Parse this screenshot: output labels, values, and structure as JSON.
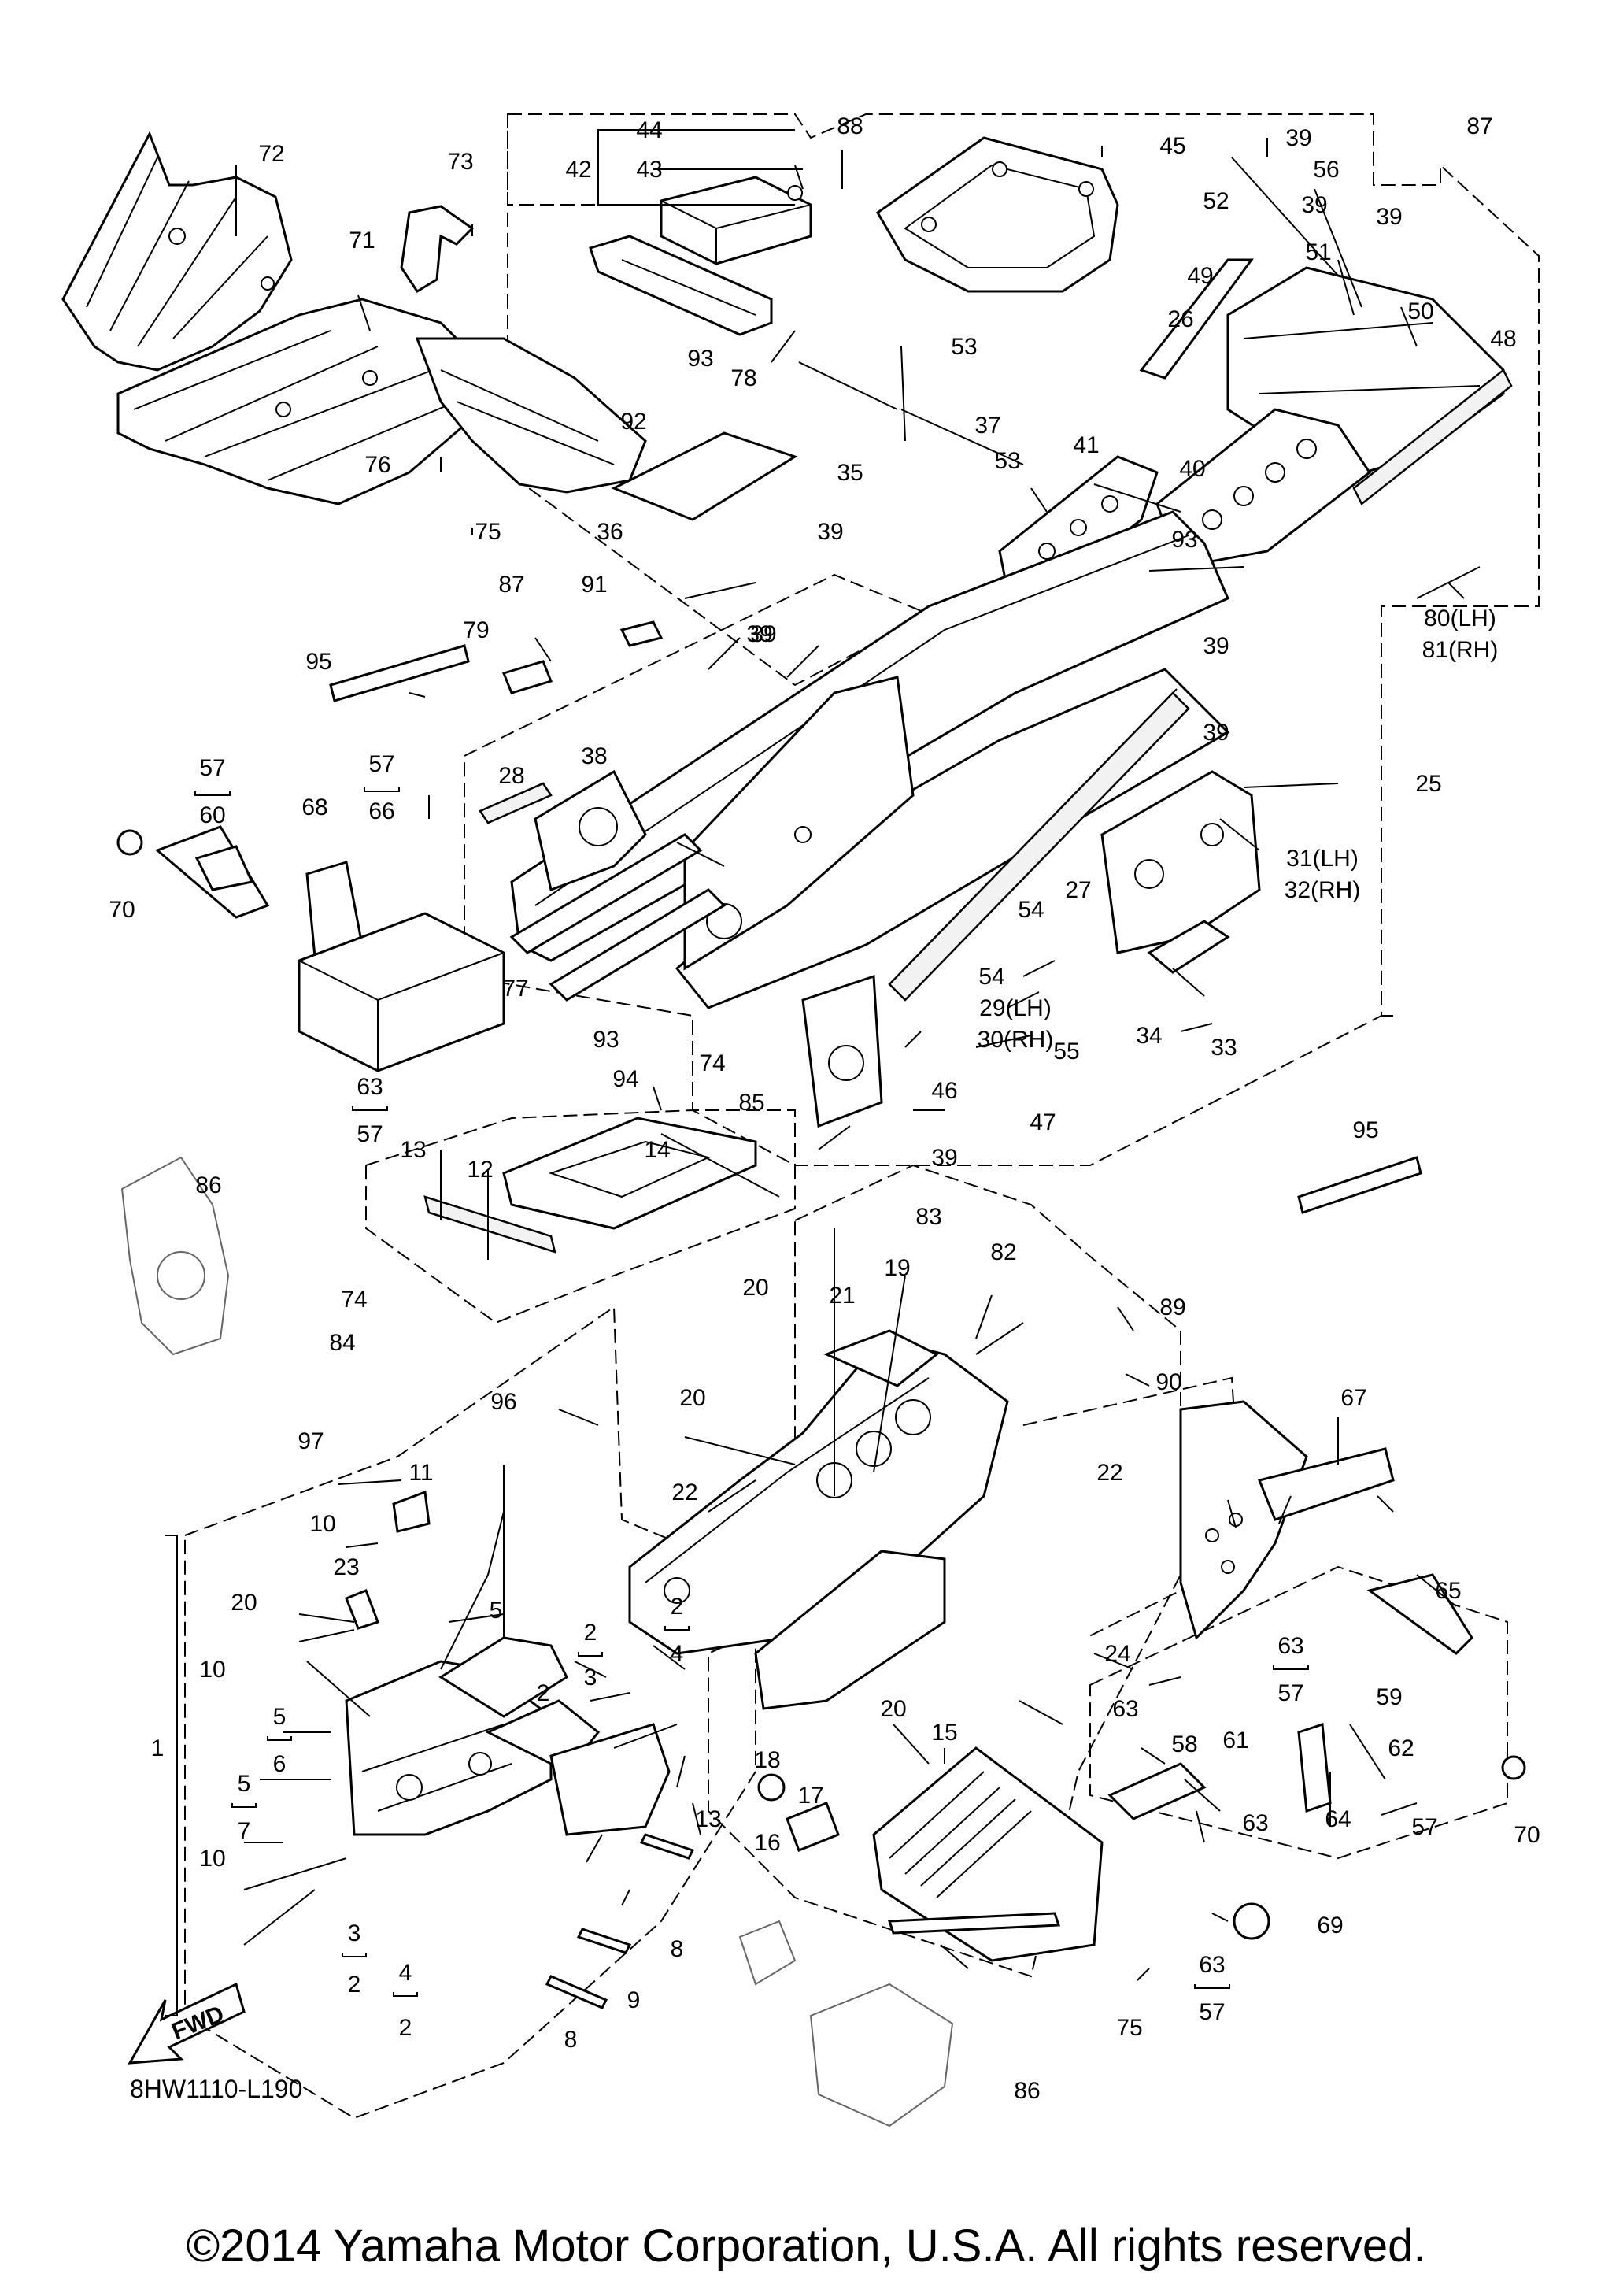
{
  "diagram": {
    "code": "8HW1110-L190",
    "copyright": "©2014 Yamaha Motor Corporation, U.S.A. All rights reserved.",
    "fwd_label": "FWD",
    "labels": [
      {
        "t": "72"
      },
      {
        "t": "73"
      },
      {
        "t": "71"
      },
      {
        "t": "76"
      },
      {
        "t": "75"
      },
      {
        "t": "44"
      },
      {
        "t": "43"
      },
      {
        "t": "42"
      },
      {
        "t": "88"
      },
      {
        "t": "45"
      },
      {
        "t": "39"
      },
      {
        "t": "87"
      },
      {
        "t": "56"
      },
      {
        "t": "39"
      },
      {
        "t": "39"
      },
      {
        "t": "52"
      },
      {
        "t": "51"
      },
      {
        "t": "26"
      },
      {
        "t": "49"
      },
      {
        "t": "50"
      },
      {
        "t": "48"
      },
      {
        "t": "93"
      },
      {
        "t": "78"
      },
      {
        "t": "53"
      },
      {
        "t": "92"
      },
      {
        "t": "37"
      },
      {
        "t": "53"
      },
      {
        "t": "41"
      },
      {
        "t": "35"
      },
      {
        "t": "40"
      },
      {
        "t": "39"
      },
      {
        "t": "93"
      },
      {
        "t": "36"
      },
      {
        "t": "87"
      },
      {
        "t": "91"
      },
      {
        "t": "39"
      },
      {
        "t": "39"
      },
      {
        "t": "39"
      },
      {
        "t": "80(LH)"
      },
      {
        "t": "81(RH)"
      },
      {
        "t": "79"
      },
      {
        "t": "95"
      },
      {
        "t": "39"
      },
      {
        "t": "57"
      },
      {
        "t": "60"
      },
      {
        "t": "57"
      },
      {
        "t": "66"
      },
      {
        "t": "28"
      },
      {
        "t": "38"
      },
      {
        "t": "25"
      },
      {
        "t": "68"
      },
      {
        "t": "31(LH)"
      },
      {
        "t": "32(RH)"
      },
      {
        "t": "70"
      },
      {
        "t": "27"
      },
      {
        "t": "54"
      },
      {
        "t": "54"
      },
      {
        "t": "29(LH)"
      },
      {
        "t": "30(RH)"
      },
      {
        "t": "77"
      },
      {
        "t": "93"
      },
      {
        "t": "74"
      },
      {
        "t": "85"
      },
      {
        "t": "34"
      },
      {
        "t": "33"
      },
      {
        "t": "55"
      },
      {
        "t": "94"
      },
      {
        "t": "46"
      },
      {
        "t": "47"
      },
      {
        "t": "63"
      },
      {
        "t": "57"
      },
      {
        "t": "39"
      },
      {
        "t": "95"
      },
      {
        "t": "13"
      },
      {
        "t": "14"
      },
      {
        "t": "12"
      },
      {
        "t": "86"
      },
      {
        "t": "83"
      },
      {
        "t": "19"
      },
      {
        "t": "82"
      },
      {
        "t": "20"
      },
      {
        "t": "21"
      },
      {
        "t": "89"
      },
      {
        "t": "74"
      },
      {
        "t": "84"
      },
      {
        "t": "90"
      },
      {
        "t": "96"
      },
      {
        "t": "20"
      },
      {
        "t": "97"
      },
      {
        "t": "67"
      },
      {
        "t": "11"
      },
      {
        "t": "10"
      },
      {
        "t": "22"
      },
      {
        "t": "22"
      },
      {
        "t": "23"
      },
      {
        "t": "20"
      },
      {
        "t": "65"
      },
      {
        "t": "5"
      },
      {
        "t": "24"
      },
      {
        "t": "10"
      },
      {
        "t": "2"
      },
      {
        "t": "3"
      },
      {
        "t": "2"
      },
      {
        "t": "4"
      },
      {
        "t": "63"
      },
      {
        "t": "57"
      },
      {
        "t": "59"
      },
      {
        "t": "5"
      },
      {
        "t": "6"
      },
      {
        "t": "1"
      },
      {
        "t": "2"
      },
      {
        "t": "63"
      },
      {
        "t": "58"
      },
      {
        "t": "61"
      },
      {
        "t": "62"
      },
      {
        "t": "5"
      },
      {
        "t": "7"
      },
      {
        "t": "18"
      },
      {
        "t": "20"
      },
      {
        "t": "15"
      },
      {
        "t": "64"
      },
      {
        "t": "57"
      },
      {
        "t": "70"
      },
      {
        "t": "17"
      },
      {
        "t": "13"
      },
      {
        "t": "63"
      },
      {
        "t": "10"
      },
      {
        "t": "16"
      },
      {
        "t": "3"
      },
      {
        "t": "4"
      },
      {
        "t": "8"
      },
      {
        "t": "69"
      },
      {
        "t": "2"
      },
      {
        "t": "2"
      },
      {
        "t": "9"
      },
      {
        "t": "63"
      },
      {
        "t": "57"
      },
      {
        "t": "8"
      },
      {
        "t": "75"
      },
      {
        "t": "86"
      }
    ]
  }
}
